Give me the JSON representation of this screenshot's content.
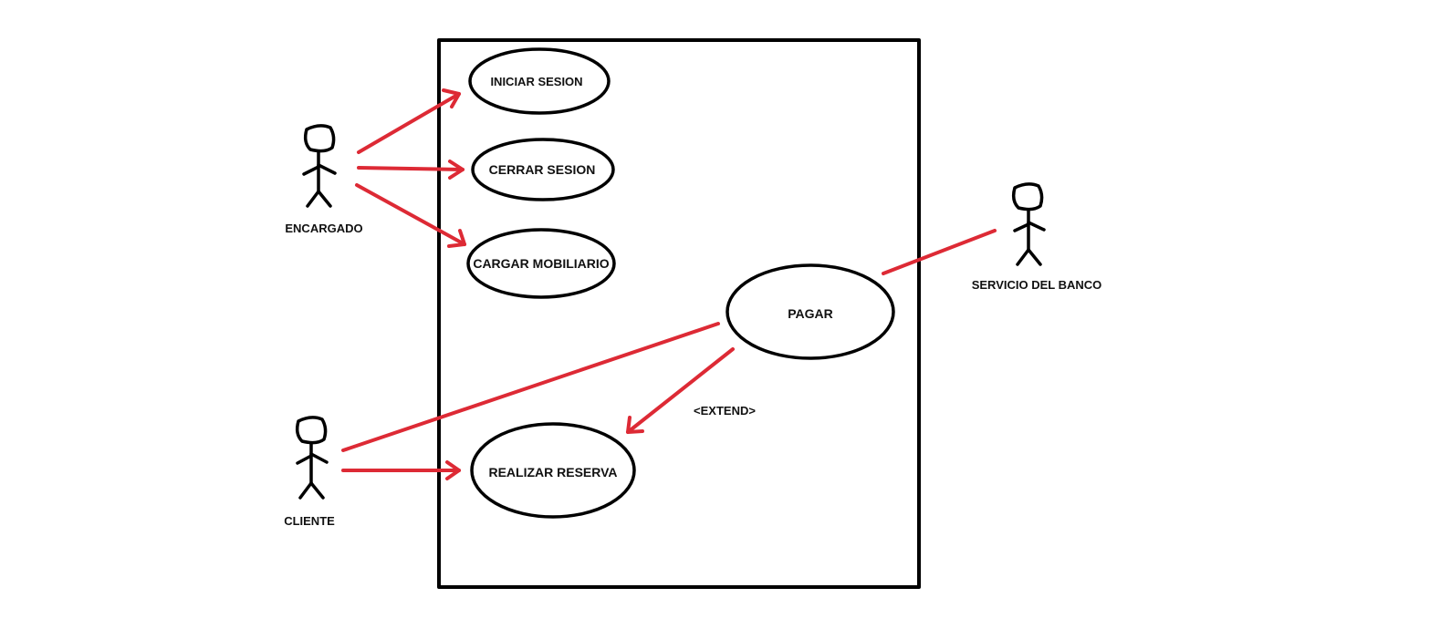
{
  "colors": {
    "ink": "#000000",
    "association": "#dd2a35",
    "background": "#ffffff"
  },
  "actors": {
    "encargado": "ENCARGADO",
    "cliente": "CLIENTE",
    "servicio_banco": "SERVICIO DEL BANCO"
  },
  "use_cases": {
    "iniciar_sesion": "INICIAR SESION",
    "cerrar_sesion": "CERRAR SESION",
    "cargar_mobiliario": "CARGAR MOBILIARIO",
    "pagar": "PAGAR",
    "realizar_reserva": "REALIZAR RESERVA"
  },
  "relationships": {
    "extend_label": "<EXTEND>"
  }
}
